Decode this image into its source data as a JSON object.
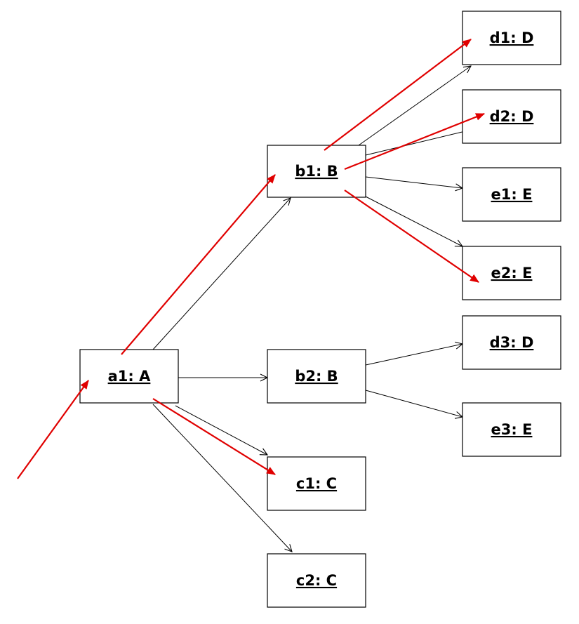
{
  "diagram": {
    "objects": [
      {
        "id": "a1",
        "label": "a1: A"
      },
      {
        "id": "b1",
        "label": "b1: B"
      },
      {
        "id": "b2",
        "label": "b2: B"
      },
      {
        "id": "c1",
        "label": "c1: C"
      },
      {
        "id": "c2",
        "label": "c2: C"
      },
      {
        "id": "d1",
        "label": "d1: D"
      },
      {
        "id": "d2",
        "label": "d2: D"
      },
      {
        "id": "d3",
        "label": "d3: D"
      },
      {
        "id": "e1",
        "label": "e1: E"
      },
      {
        "id": "e2",
        "label": "e2: E"
      },
      {
        "id": "e3",
        "label": "e3: E"
      }
    ],
    "links": [
      {
        "from": "a1",
        "to": "b1"
      },
      {
        "from": "a1",
        "to": "b2"
      },
      {
        "from": "a1",
        "to": "c1"
      },
      {
        "from": "a1",
        "to": "c2"
      },
      {
        "from": "b1",
        "to": "d1"
      },
      {
        "from": "b1",
        "to": "d2"
      },
      {
        "from": "b1",
        "to": "e1"
      },
      {
        "from": "b1",
        "to": "e2"
      },
      {
        "from": "b2",
        "to": "d3"
      },
      {
        "from": "b2",
        "to": "e3"
      }
    ],
    "messages": [
      {
        "from": "external",
        "to": "a1"
      },
      {
        "from": "a1",
        "to": "b1"
      },
      {
        "from": "a1",
        "to": "c1"
      },
      {
        "from": "b1",
        "to": "d1"
      },
      {
        "from": "b1",
        "to": "d2"
      },
      {
        "from": "b1",
        "to": "e2"
      }
    ],
    "colors": {
      "link": "#000000",
      "message": "#e00000",
      "box_border": "#000000",
      "background": "#ffffff"
    }
  }
}
